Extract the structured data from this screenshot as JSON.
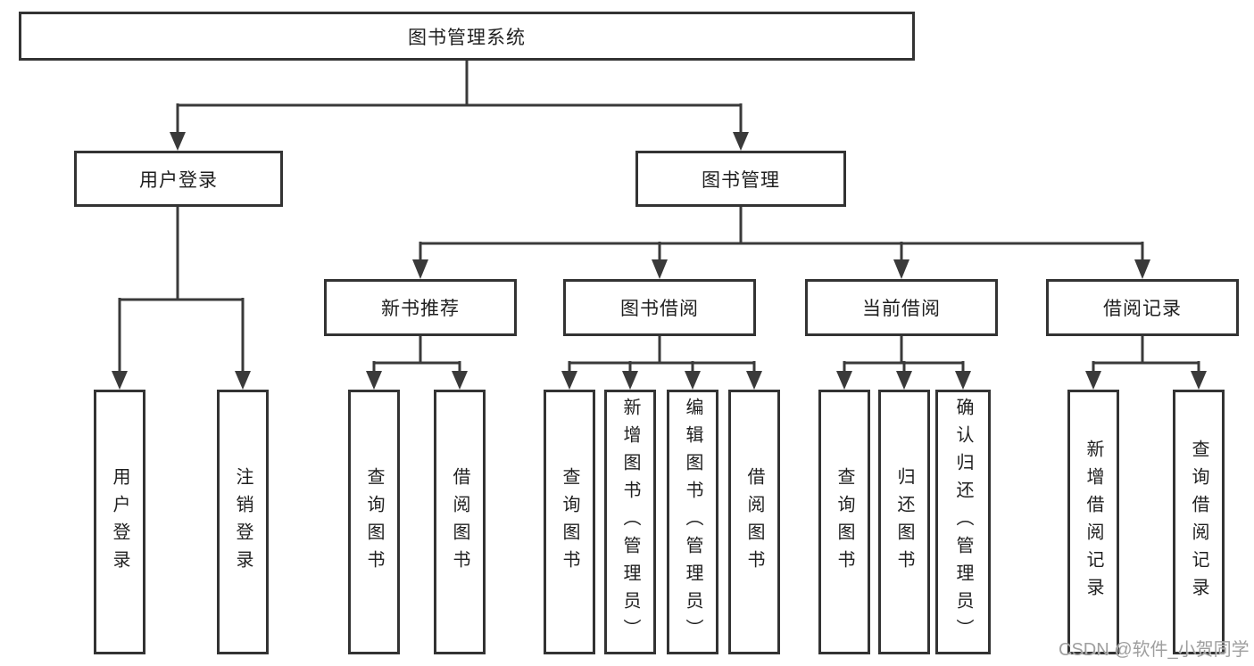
{
  "colors": {
    "line": "#3a3a3a",
    "border": "#333333",
    "fill": "#ffffff",
    "text": "#1f1f1f",
    "watermark": "#9f9f9f"
  },
  "watermark": "CSDN @软件_小贺同学",
  "nodes": {
    "root": {
      "label": "图书管理系统"
    },
    "level2": [
      {
        "label": "用户登录"
      },
      {
        "label": "图书管理"
      }
    ],
    "level3": [
      {
        "label": "新书推荐"
      },
      {
        "label": "图书借阅"
      },
      {
        "label": "当前借阅"
      },
      {
        "label": "借阅记录"
      }
    ],
    "leaves": [
      {
        "label": "用户登录"
      },
      {
        "label": "注销登录"
      },
      {
        "label": "查询图书"
      },
      {
        "label": "借阅图书"
      },
      {
        "label": "查询图书"
      },
      {
        "label": "新增图书（管理员）"
      },
      {
        "label": "编辑图书（管理员）"
      },
      {
        "label": "借阅图书"
      },
      {
        "label": "查询图书"
      },
      {
        "label": "归还图书"
      },
      {
        "label": "确认归还（管理员）"
      },
      {
        "label": "新增借阅记录"
      },
      {
        "label": "查询借阅记录"
      }
    ]
  }
}
